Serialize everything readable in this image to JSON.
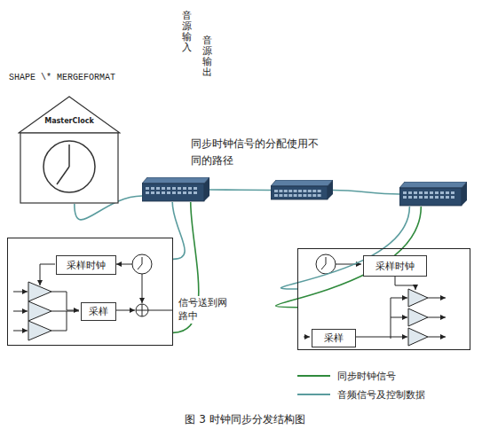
{
  "diagram": {
    "caption": "图 3 时钟同步分发结构图",
    "nodes": [
      {
        "text": [
          "MasterClock"
        ]
      },
      {
        "text": []
      },
      {
        "text": []
      },
      {
        "text": []
      },
      {
        "text": []
      },
      {
        "text": [
          "采样时钟"
        ],
        "in": 4
      },
      {
        "text": [
          "采样"
        ],
        "in": 4
      },
      {
        "text": []
      },
      {
        "text": [
          "采样时钟"
        ],
        "in": 7
      },
      {
        "text": [
          "采样"
        ],
        "in": 7
      }
    ],
    "edges": [
      {
        "from": 0,
        "to": 1,
        "arrow": "none"
      },
      {
        "from": 1,
        "to": 2,
        "arrow": "none"
      },
      {
        "from": 2,
        "to": 3,
        "arrow": "none"
      },
      {
        "from": 1,
        "to": 4,
        "arrow": "none"
      },
      {
        "from": 1,
        "to": 4,
        "arrow": "none"
      },
      {
        "from": 3,
        "to": 7,
        "arrow": "none"
      },
      {
        "from": 3,
        "to": 7,
        "arrow": "none"
      }
    ],
    "labels": [
      "SHAPE \\* MERGEFORMAT",
      "音源输入",
      "音源输出",
      "同步时钟信号的分配使用不同的路径",
      "信号送到网路中"
    ],
    "legend": [
      {
        "text": "同步时钟信号"
      },
      {
        "text": "音频信号及控制数据"
      }
    ]
  }
}
